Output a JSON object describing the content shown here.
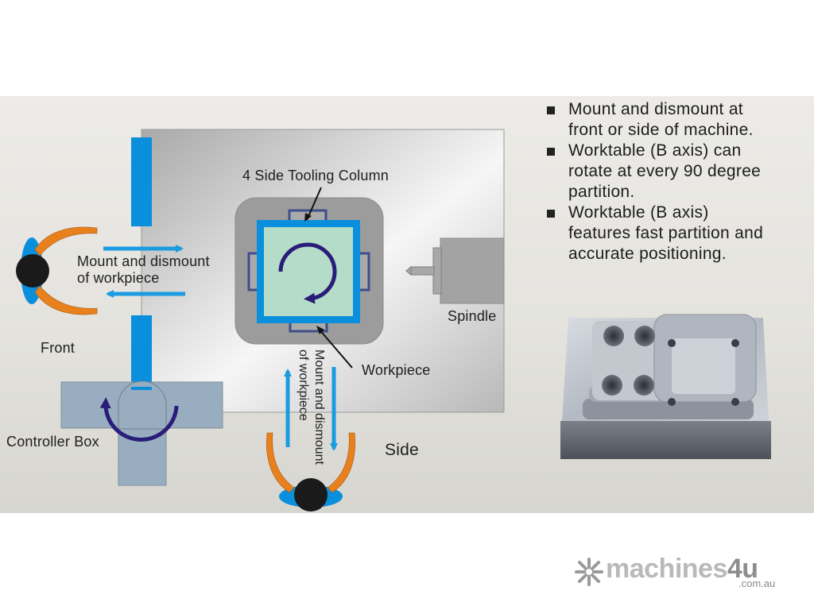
{
  "diagram": {
    "labels": {
      "tooling_column": "4 Side Tooling Column",
      "spindle": "Spindle",
      "workpiece": "Workpiece",
      "front": "Front",
      "side": "Side",
      "controller_box": "Controller Box",
      "front_mount_line1": "Mount and dismount",
      "front_mount_line2": "of workpiece",
      "side_mount_line1": "Mount and dismount",
      "side_mount_line2": "of workpiece"
    },
    "colors": {
      "door_blue": "#0a8fdc",
      "arrow_blue": "#1b9be0",
      "rotation_arrow": "#2a1d7a",
      "enclosure_gray": "#b9b9b9",
      "table_gray": "#9c9c9c",
      "pallet_green": "#b5dcc8",
      "controller_box": "#98adbf",
      "person_orange": "#e8801e",
      "person_head": "#1a1a1a"
    }
  },
  "features": {
    "items": [
      {
        "line1": "Mount and dismount at",
        "line2": "front or side of machine."
      },
      {
        "line1": "Worktable (B axis) can",
        "line2": "rotate at every 90 degree",
        "line3": "partition."
      },
      {
        "line1": "Worktable (B axis)",
        "line2": "features fast partition and",
        "line3": "accurate positioning."
      }
    ]
  },
  "product_image": {
    "icon": "machined-part-icon"
  },
  "logo": {
    "brand_main": "machines",
    "brand_four": "4u",
    "domain": ".com.au",
    "icon": "snowflake-arrows-icon"
  }
}
